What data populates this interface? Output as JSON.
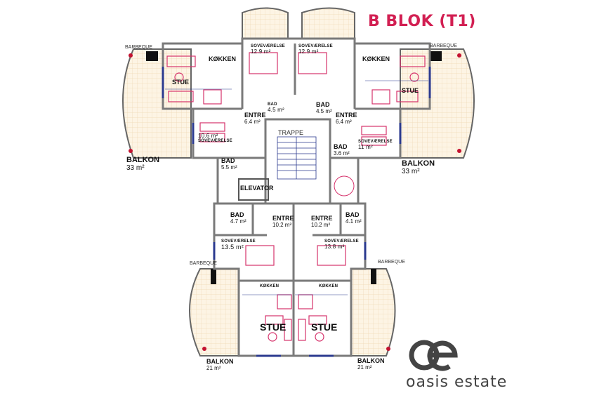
{
  "title": "B BLOK (T1)",
  "brand": {
    "name": "oasis estate",
    "logo_letters": "oe"
  },
  "colors": {
    "title": "#d21f52",
    "furniture": "#d6336c",
    "wall": "#7a7a7a",
    "window": "#2b3a8f",
    "balcony_fill": "#fdf4e4",
    "balcony_grid": "#efd9b5"
  },
  "rooms": {
    "tl_barbeque": "BARBEQUE",
    "tl_kitchen": "KØKKEN",
    "tl_living": "STUE",
    "tl_bed1": {
      "name": "SOVEVÆRELSE",
      "area": "12.9 m²"
    },
    "tr_bed1": {
      "name": "SOVEVÆRELSE",
      "area": "12.9 m²"
    },
    "tl_bath": {
      "name": "BAD",
      "area": "4.5 m²"
    },
    "tr_bath": {
      "name": "BAD",
      "area": "4.5 m²"
    },
    "tl_entry": {
      "name": "ENTRE",
      "area": "6.4 m²"
    },
    "tr_entry": {
      "name": "ENTRE",
      "area": "6.4 m²"
    },
    "tl_bed2": {
      "name": "SOVEVÆRELSE",
      "area": "10.6 m²"
    },
    "tl_balcony": {
      "name": "BALKON",
      "area": "33 m²"
    },
    "tl_bath2": {
      "name": "BAD",
      "area": "5.5 m²"
    },
    "stairs": "TRAPPE",
    "tr_bath2": {
      "name": "BAD",
      "area": "3.6 m²"
    },
    "tr_bed2": {
      "name": "SOVEVÆRELSE",
      "area": "11 m²"
    },
    "tr_balcony": {
      "name": "BALKON",
      "area": "33 m²"
    },
    "tr_living": "STUE",
    "tr_kitchen": "KØKKEN",
    "tr_barbeque": "BARBEQUE",
    "elevator": "ELEVATOR",
    "bl_bath": {
      "name": "BAD",
      "area": "4.7 m²"
    },
    "bl_entry": {
      "name": "ENTRE",
      "area": "10.2 m²"
    },
    "br_entry": {
      "name": "ENTRE",
      "area": "10.2 m²"
    },
    "br_bath": {
      "name": "BAD",
      "area": "4.1 m²"
    },
    "bl_bed": {
      "name": "SOVEVÆRELSE",
      "area": "13.5 m²"
    },
    "br_bed": {
      "name": "SOVEVÆRELSE",
      "area": "13.8 m²"
    },
    "bl_barbeque": "BARBEQUE",
    "br_barbeque": "BARBEQUE",
    "bl_kitchen": "KØKKEN",
    "br_kitchen": "KØKKEN",
    "bl_living": "STUE",
    "br_living": "STUE",
    "bl_balcony": {
      "name": "BALKON",
      "area": "21 m²"
    },
    "br_balcony": {
      "name": "BALKON",
      "area": "21 m²"
    }
  }
}
